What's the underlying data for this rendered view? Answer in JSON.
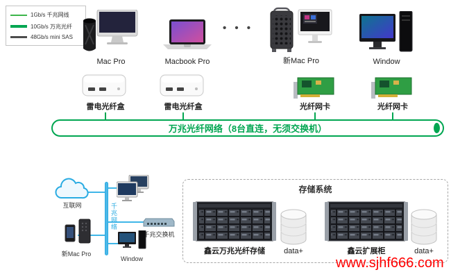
{
  "legend": {
    "items": [
      {
        "label": "1Gb/s 千兆网线",
        "color": "#3cb54a"
      },
      {
        "label": "10Gb/s 万兆光纤",
        "color": "#00a651"
      },
      {
        "label": "48Gb/s mini SAS",
        "color": "#4d4d4d"
      }
    ]
  },
  "devices": {
    "mac_pro": "Mac Pro",
    "macbook_pro": "Macbook Pro",
    "ellipsis": "• • •",
    "new_mac_pro": "新Mac Pro",
    "windows_pc": "Window"
  },
  "adapters": {
    "thunderbolt_box_1": "雷电光纤盒",
    "thunderbolt_box_2": "雷电光纤盒",
    "fiber_nic_1": "光纤网卡",
    "fiber_nic_2": "光纤网卡"
  },
  "banner": {
    "text": "万兆光纤网络（8台直连，无须交换机）",
    "color": "#00a651"
  },
  "lan_diagram": {
    "internet": "互联网",
    "network": "千兆网络",
    "switch": "千兆交换机",
    "new_mac_pro": "新Mac Pro",
    "windows_pc": "Window"
  },
  "storage": {
    "title": "存储系统",
    "primary_label": "鑫云万兆光纤存储",
    "primary_data": "data+",
    "expansion_label": "鑫云扩展柜",
    "expansion_data": "data+"
  },
  "watermark": "www.sjhf666.com"
}
